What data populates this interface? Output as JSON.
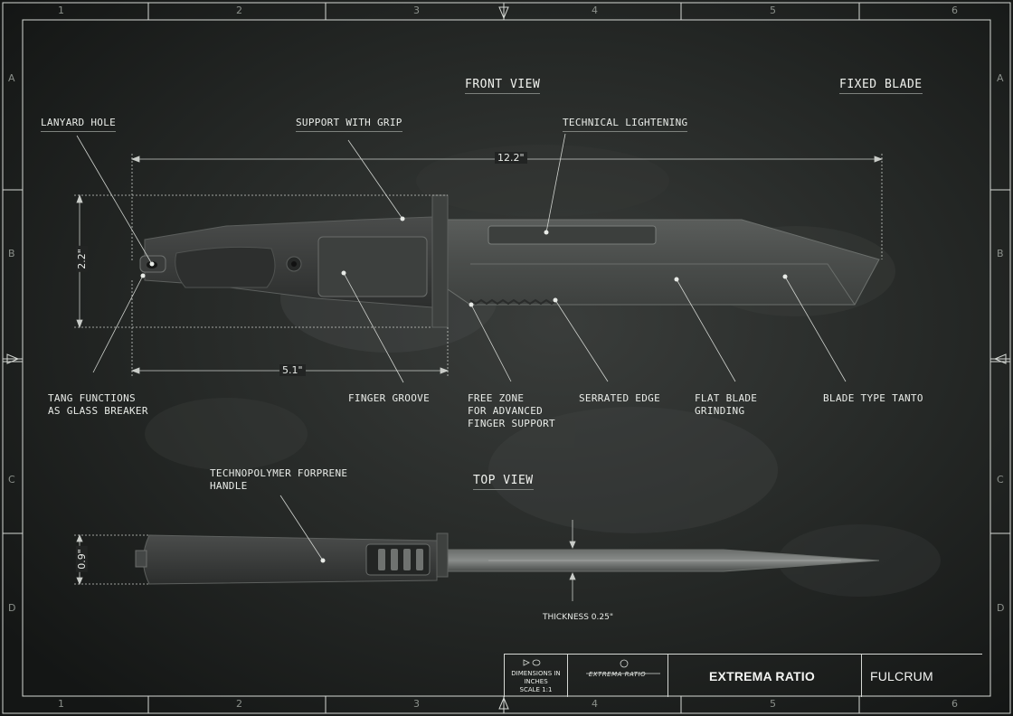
{
  "sheet": {
    "view_front_title": "FRONT VIEW",
    "view_top_title": "TOP VIEW",
    "fixed_blade": "FIXED BLADE"
  },
  "grid": {
    "columns": [
      "1",
      "2",
      "3",
      "4",
      "5",
      "6"
    ],
    "rows": [
      "A",
      "B",
      "C",
      "D"
    ]
  },
  "front_view_callouts": {
    "lanyard_hole": "LANYARD HOLE",
    "support_with_grip": "SUPPORT WITH GRIP",
    "technical_lightening": "TECHNICAL LIGHTENING",
    "tang_line1": "TANG FUNCTIONS",
    "tang_line2": "AS GLASS BREAKER",
    "finger_groove": "FINGER GROOVE",
    "free_zone_line1": "FREE ZONE",
    "free_zone_line2": "FOR ADVANCED",
    "free_zone_line3": "FINGER SUPPORT",
    "serrated_edge": "SERRATED EDGE",
    "flat_line1": "FLAT BLADE",
    "flat_line2": "GRINDING",
    "blade_type": "BLADE TYPE TANTO"
  },
  "dimensions": {
    "overall_length": "12.2\"",
    "handle_length": "5.1\"",
    "height": "2.2\"",
    "top_width": "0.9\"",
    "thickness": "THICKNESS 0.25\""
  },
  "top_view_callouts": {
    "handle_line1": "TECHNOPOLYMER FORPRENE",
    "handle_line2": "HANDLE"
  },
  "title_block": {
    "dim_line1": "DIMENSIONS IN",
    "dim_line2": "INCHES",
    "scale": "SCALE 1:1",
    "logo_text": "EXTREMA RATIO",
    "brand": "EXTREMA RATIO",
    "model": "FULCRUM"
  },
  "colors": {
    "background": "#1a1c1b",
    "line": "#d5d8d4",
    "blade": "#4a4d4b",
    "handle": "#333534"
  }
}
